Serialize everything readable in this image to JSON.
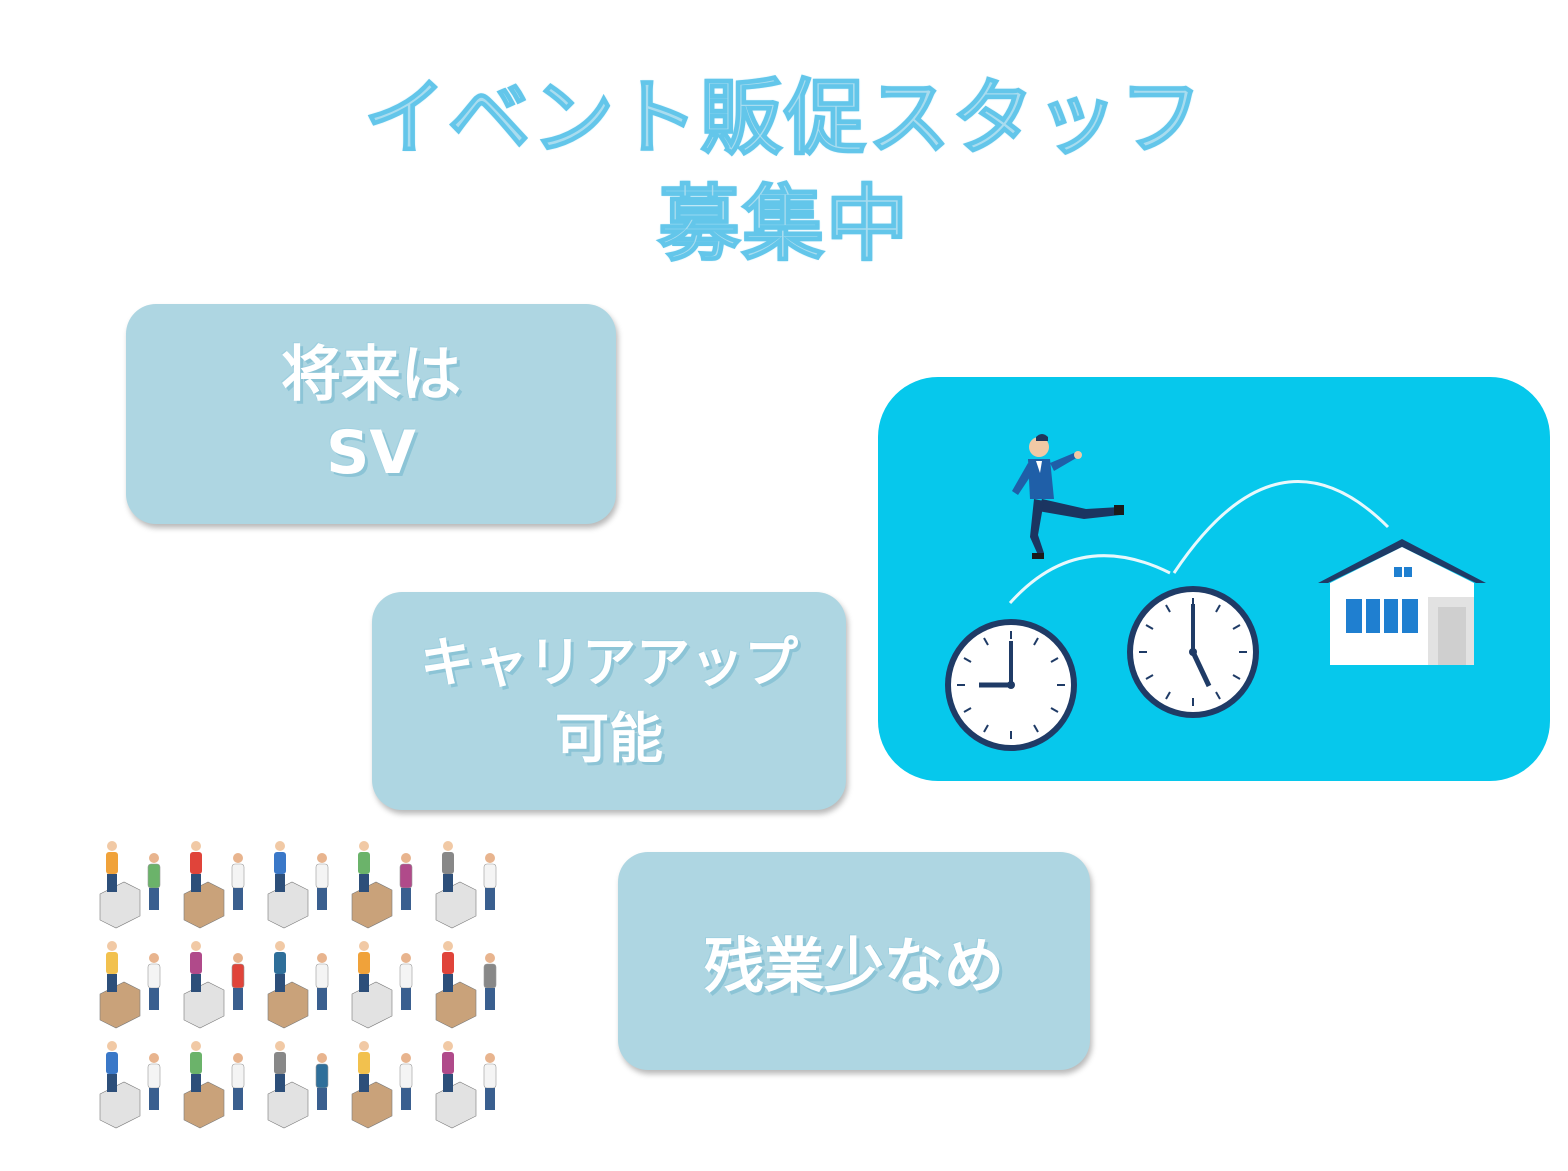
{
  "heading": {
    "line1": "イベント販促スタッフ",
    "line2": "募集中"
  },
  "cards": [
    {
      "line1": "将来は",
      "line2": "SV"
    },
    {
      "line1": "キャリアアップ",
      "line2": "可能"
    },
    {
      "line1": "残業少なめ"
    }
  ],
  "illustration": {
    "background": "#06c8ec",
    "icons": [
      "running-businessman-icon",
      "clock-icon",
      "clock-icon",
      "house-icon"
    ]
  },
  "people_grid": {
    "icons": [
      "shop-staff-icon",
      "shopper-icon",
      "store-clerk-icon",
      "cart-shopper-icon",
      "customer-service-icon",
      "robot-icon",
      "clothing-rack-icon",
      "shelf-icon",
      "cashier-icon",
      "kiosk-icon",
      "fitting-room-icon",
      "display-window-icon",
      "wine-shelf-icon",
      "smart-mirror-icon",
      "checkout-icon"
    ]
  }
}
